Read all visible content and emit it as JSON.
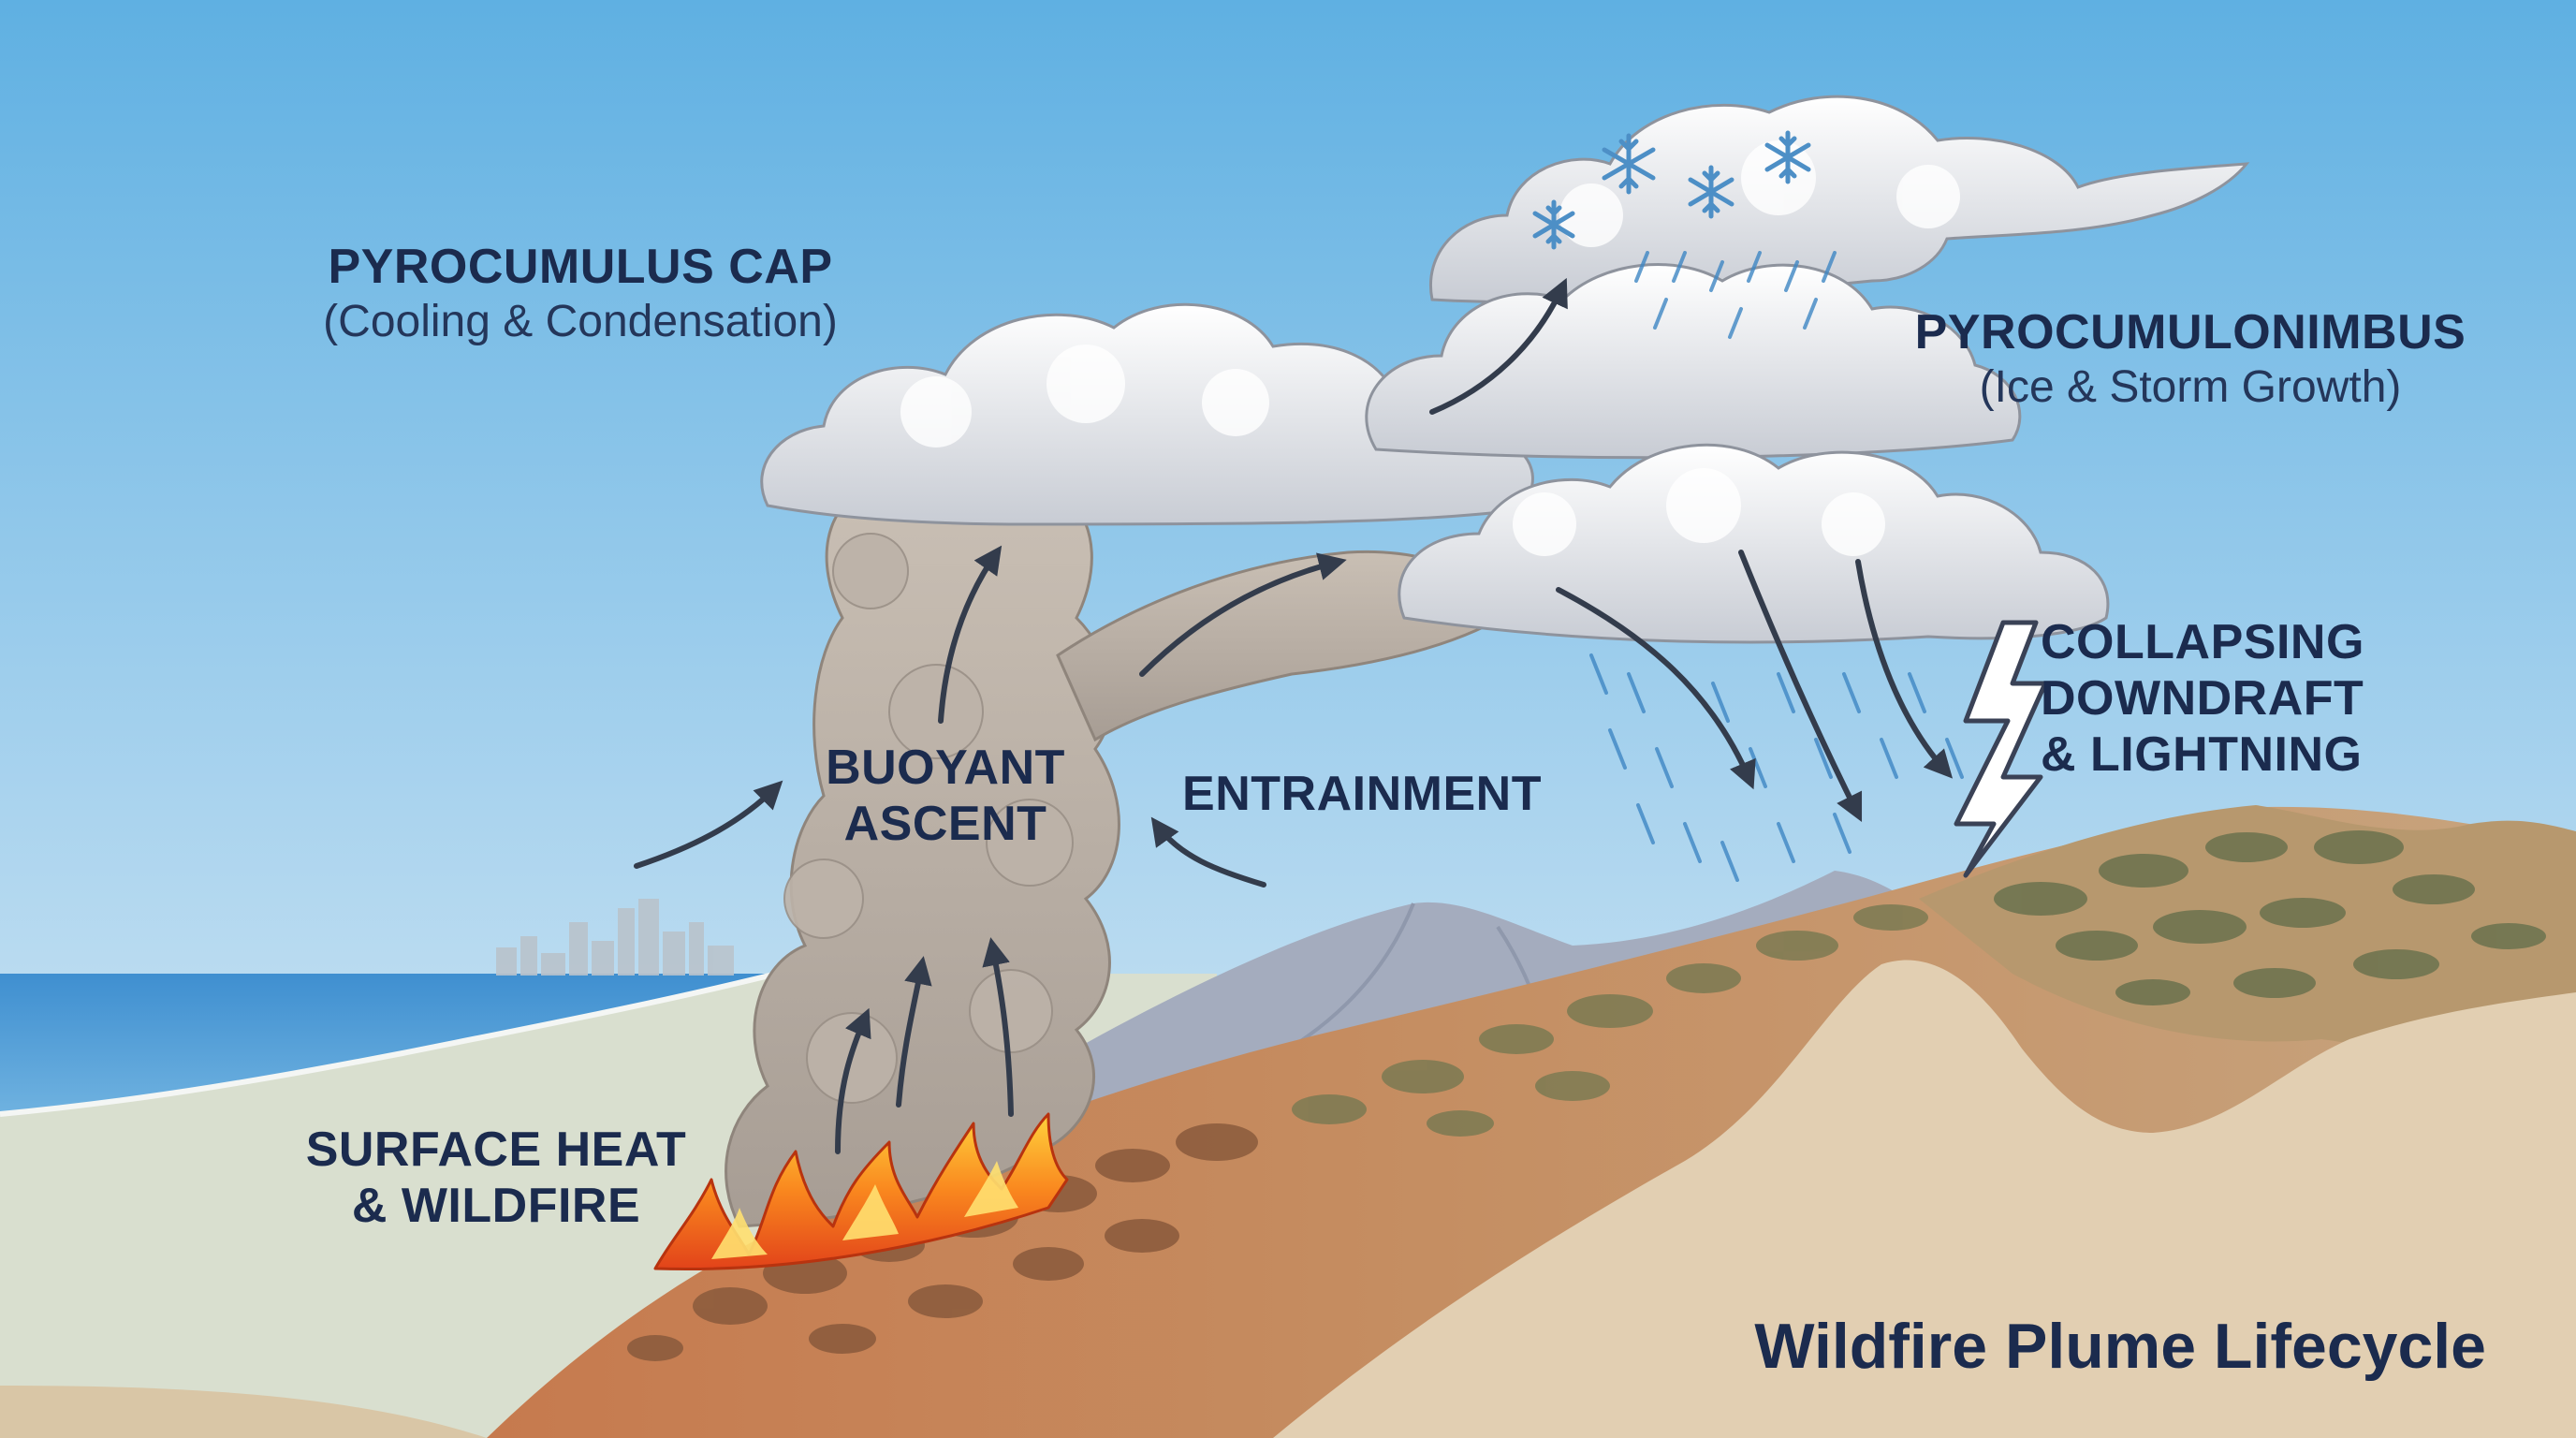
{
  "labels": {
    "pyrocumulus_cap": {
      "title": "PYROCUMULUS CAP",
      "subtitle": "(Cooling & Condensation)"
    },
    "pyrocumulonimbus": {
      "title": "PYROCUMULONIMBUS",
      "subtitle": "(Ice & Storm Growth)"
    },
    "buoyant_ascent": "BUOYANT\nASCENT",
    "entrainment": "ENTRAINMENT",
    "collapsing_downdraft": "COLLAPSING\nDOWNDRAFT\n& LIGHTNING",
    "surface_heat": "SURFACE HEAT\n& WILDFIRE"
  },
  "title": "Wildfire Plume Lifecycle",
  "colors": {
    "sky_top": "#5fb0e2",
    "sky_bottom": "#d7e9f3",
    "smoke": "#b8aea4",
    "cloud": "#eceef2",
    "ground": "#e0cdb0",
    "hill": "#c3a27a",
    "fire": "#f36a1e",
    "text": "#1b2b4e",
    "rain": "#3f87c4",
    "lightning": "#ffffff"
  }
}
